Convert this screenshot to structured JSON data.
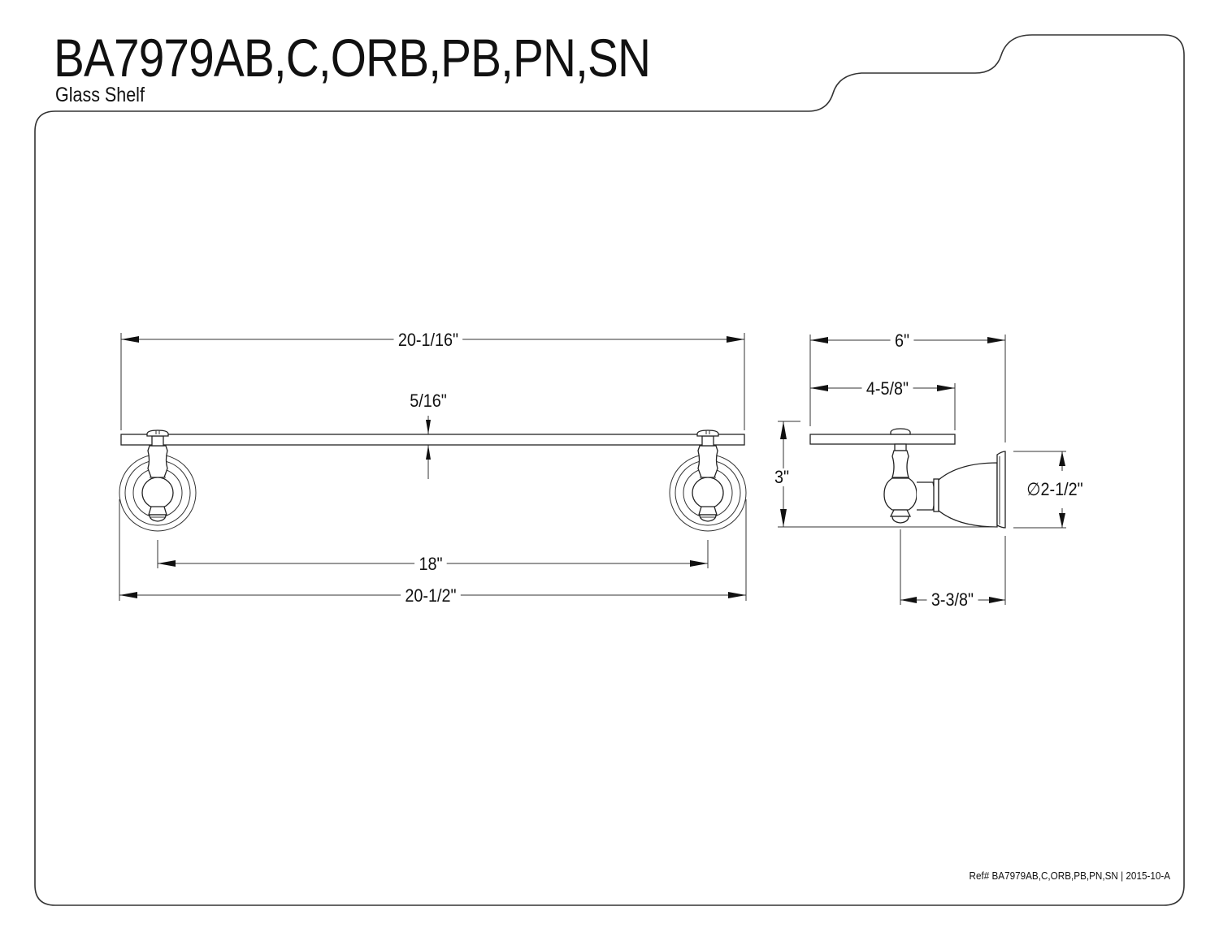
{
  "header": {
    "model_numbers": "BA7979AB,C,ORB,PB,PN,SN",
    "product_name": "Glass Shelf"
  },
  "front_view": {
    "overall_glass_length": "20-1/16\"",
    "glass_thickness": "5/16\"",
    "mounting_center_distance": "18\"",
    "overall_length": "20-1/2\""
  },
  "side_view": {
    "overall_depth": "6\"",
    "glass_depth": "4-5/8\"",
    "height": "3\"",
    "flange_diameter": "∅2-1/2\"",
    "projection_to_post": "3-3/8\""
  },
  "footer": {
    "reference": "Ref# BA7979AB,C,ORB,PB,PN,SN | 2015-10-A"
  },
  "colors": {
    "line": "#222222",
    "background": "#ffffff"
  }
}
